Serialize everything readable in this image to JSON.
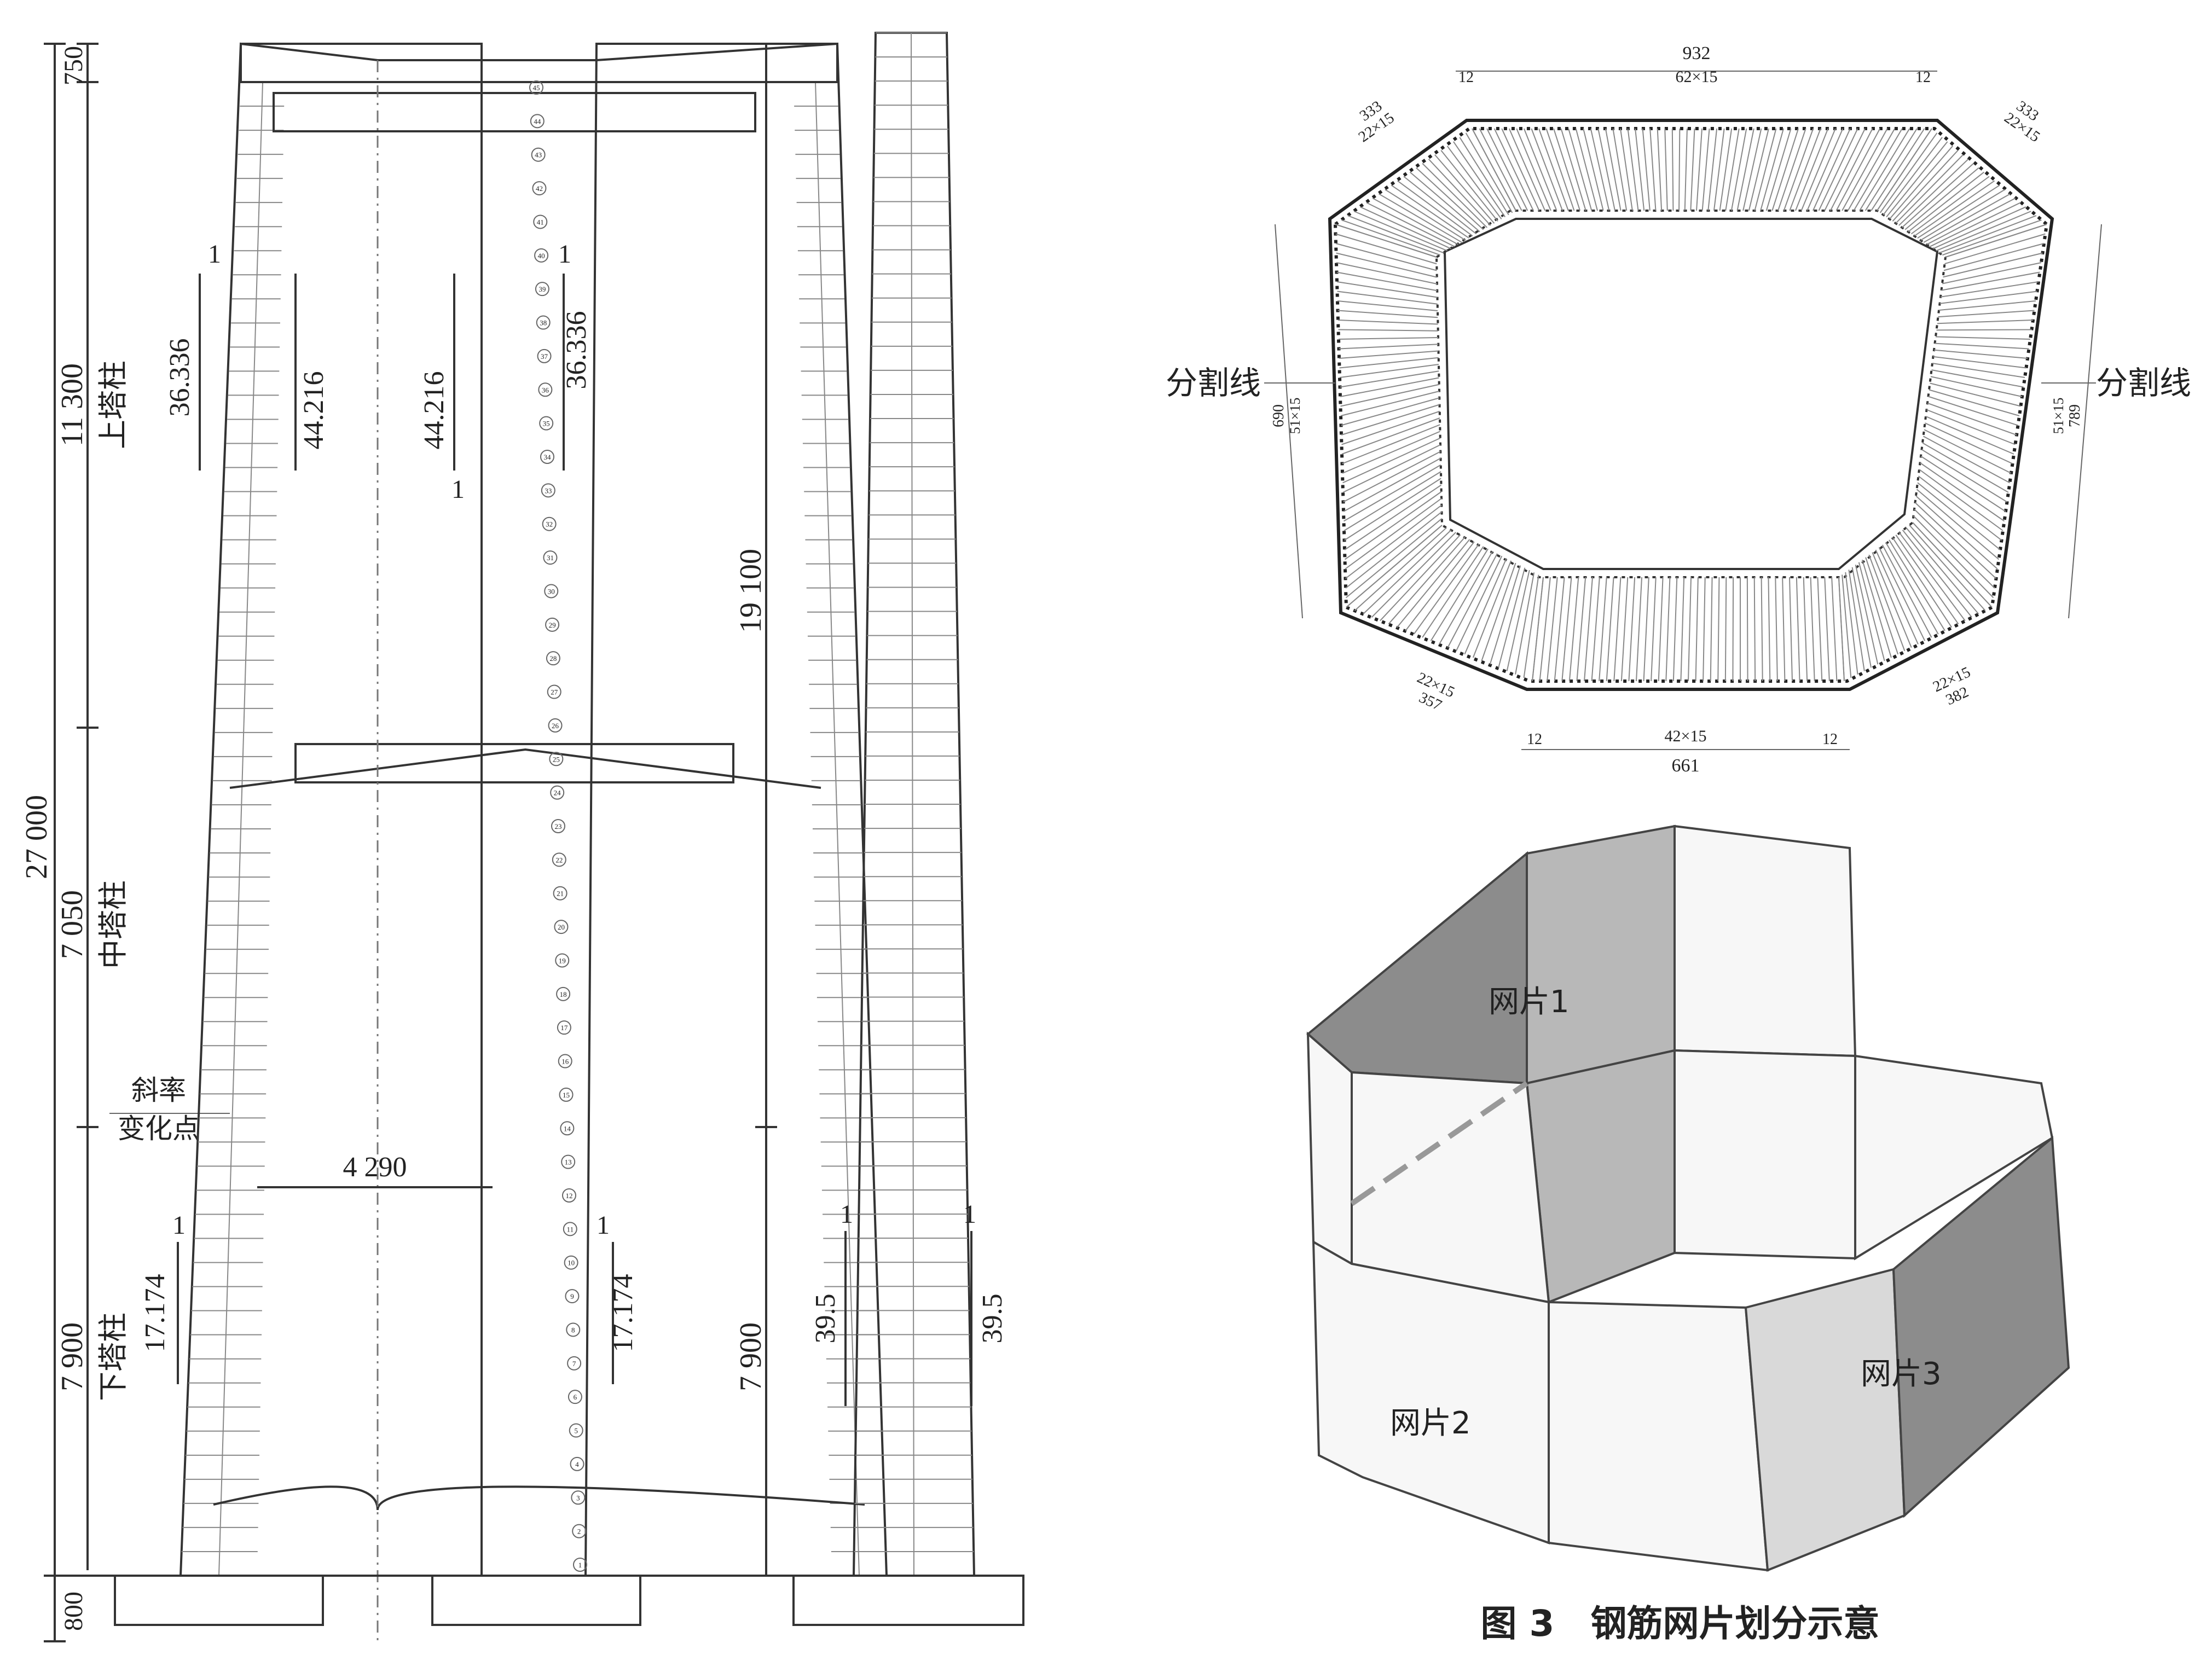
{
  "front_elevation": {
    "dims_vertical": [
      "750",
      "11 300",
      "7 050",
      "7 900",
      "800",
      "27 000"
    ],
    "column_labels": [
      "上塔柱",
      "中塔柱",
      "下塔柱"
    ],
    "slope_change": [
      "斜率",
      "变化点"
    ],
    "width_dim": "4 290",
    "upper_slopes": [
      "36.336",
      "44.216",
      "44.216",
      "36.336"
    ],
    "lower_slopes": [
      "17.174",
      "17.174"
    ],
    "slope_ones": [
      "1",
      "1",
      "1",
      "1"
    ],
    "segment_count": 45
  },
  "side_elevation": {
    "dims_vertical": [
      "19 100",
      "7 900"
    ],
    "slopes": [
      "39.5",
      "39.5"
    ],
    "slope_ones": [
      "1",
      "1"
    ]
  },
  "section_plan": {
    "split_line_label": "分割线",
    "top_width": "932",
    "top_spacing": "62×15",
    "bottom_width": "661",
    "bottom_spacing": "42×15",
    "edge_small": "12",
    "chamfer_dims": [
      "333",
      "22×15",
      "22×15",
      "333",
      "357",
      "382"
    ],
    "side_dims": [
      "690",
      "51×15",
      "51×15",
      "789"
    ]
  },
  "mesh_3d": {
    "labels": [
      "网片1",
      "网片2",
      "网片3"
    ],
    "colors": {
      "dark": "#8c8c8c",
      "medium": "#b8b8b8",
      "light": "#d9d9d9",
      "white": "#f7f7f7"
    }
  },
  "caption": "图 3　钢筋网片划分示意"
}
